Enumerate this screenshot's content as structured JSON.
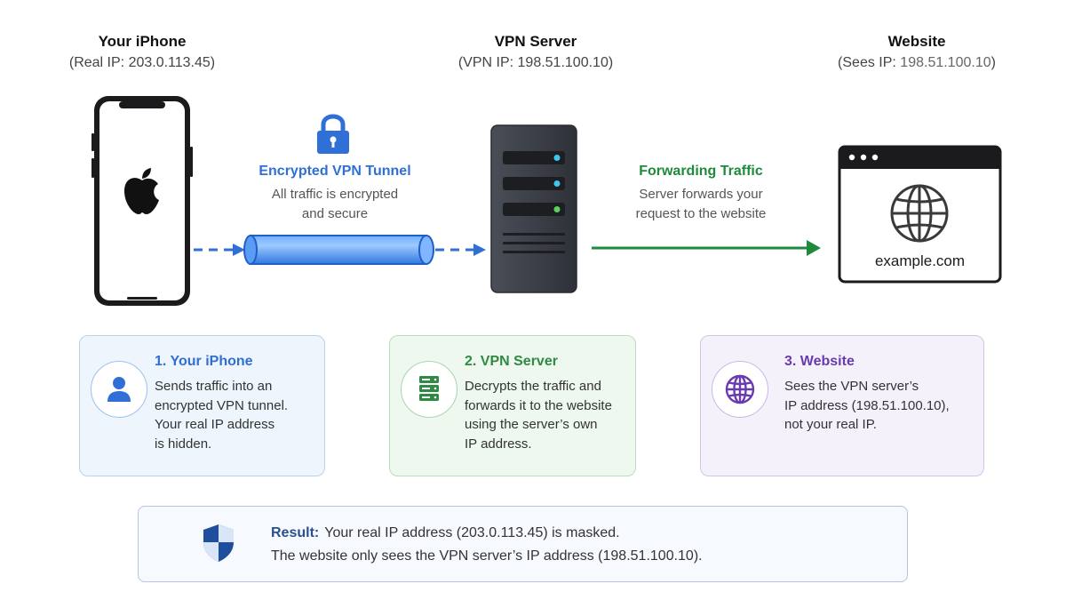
{
  "columns": {
    "iphone": {
      "title": "Your iPhone",
      "sub_prefix": "(Real IP: ",
      "ip": "203.0.113.45",
      "sub_suffix": ")"
    },
    "vpn": {
      "title": "VPN Server",
      "sub_prefix": "(VPN IP: ",
      "ip": "198.51.100.10",
      "sub_suffix": ")"
    },
    "website": {
      "title": "Website",
      "sub_prefix": "(Sees IP: ",
      "ip": "198.51.100.10",
      "sub_suffix": ")"
    }
  },
  "tunnel": {
    "title": "Encrypted VPN Tunnel",
    "line1": "All traffic is encrypted",
    "line2": "and secure",
    "color": "#2f6fd6"
  },
  "forwarding": {
    "title": "Forwarding Traffic",
    "line1": "Server forwards your",
    "line2": "request to the website",
    "color": "#1e8a3c"
  },
  "browser": {
    "domain": "example.com"
  },
  "cards": [
    {
      "title": "1. Your iPhone",
      "lines": [
        "Sends traffic into an",
        "encrypted VPN tunnel.",
        "Your real IP address",
        "is hidden."
      ],
      "icon": "user-icon",
      "accent": "#2f6fd6"
    },
    {
      "title": "2. VPN Server",
      "lines": [
        "Decrypts the traffic and",
        "forwards it to the website",
        "using the server’s own",
        "IP address."
      ],
      "icon": "server-icon",
      "accent": "#2f8a43"
    },
    {
      "title": "3. Website",
      "lines": [
        "Sees the VPN server’s",
        "IP address (198.51.100.10),",
        "not your real IP."
      ],
      "icon": "globe-icon",
      "accent": "#6a3bb0"
    }
  ],
  "result": {
    "label": "Result:",
    "line1": "Your real IP address (203.0.113.45) is masked.",
    "line2": "The website only sees the VPN server’s IP address (198.51.100.10).",
    "icon": "shield-icon"
  }
}
